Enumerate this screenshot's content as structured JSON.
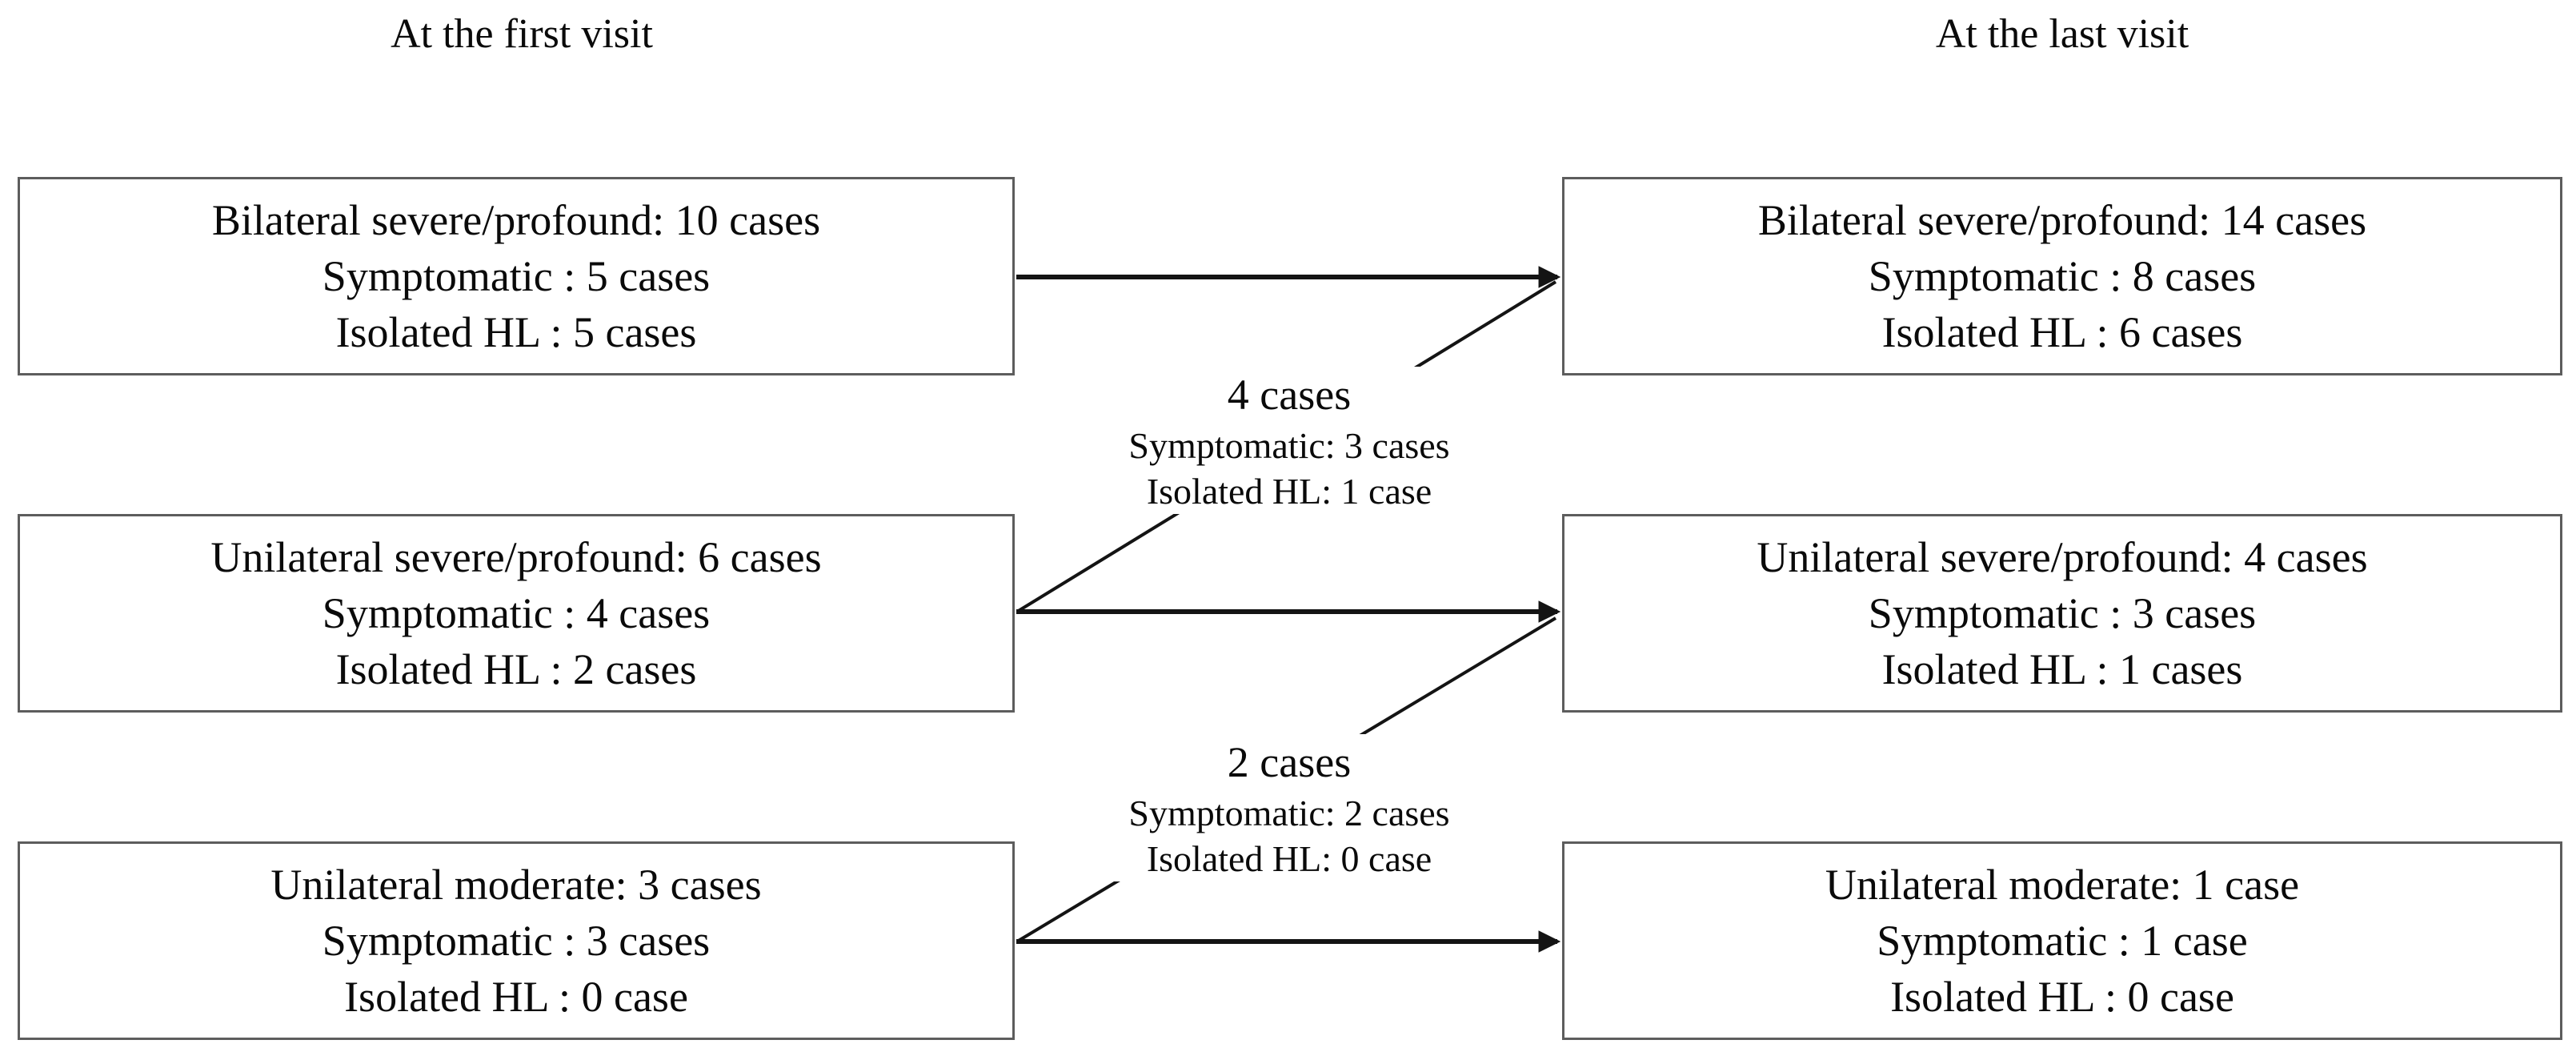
{
  "diagram": {
    "left_column_header": "At the first visit",
    "right_column_header": "At the last visit",
    "first_visit_boxes": [
      {
        "title": "Bilateral severe/profound: 10 cases",
        "symptomatic": "Symptomatic : 5 cases",
        "isolated": "Isolated HL : 5 cases"
      },
      {
        "title": "Unilateral severe/profound: 6 cases",
        "symptomatic": "Symptomatic : 4 cases",
        "isolated": "Isolated HL : 2 cases"
      },
      {
        "title": "Unilateral moderate: 3 cases",
        "symptomatic": "Symptomatic : 3 cases",
        "isolated": "Isolated HL : 0 case"
      }
    ],
    "last_visit_boxes": [
      {
        "title": "Bilateral severe/profound: 14 cases",
        "symptomatic": "Symptomatic : 8 cases",
        "isolated": "Isolated HL : 6 cases"
      },
      {
        "title": "Unilateral severe/profound: 4 cases",
        "symptomatic": "Symptomatic : 3 cases",
        "isolated": "Isolated HL : 1 cases"
      },
      {
        "title": "Unilateral moderate: 1 case",
        "symptomatic": "Symptomatic : 1 case",
        "isolated": "Isolated HL : 0 case"
      }
    ],
    "transition_labels": [
      {
        "count": "4 cases",
        "symptomatic": "Symptomatic: 3 cases",
        "isolated": "Isolated HL: 1 case"
      },
      {
        "count": "2 cases",
        "symptomatic": "Symptomatic: 2 cases",
        "isolated": "Isolated HL: 0 case"
      }
    ],
    "arrows": [
      {
        "from": "first-visit-bilateral-severe-profound",
        "to": "last-visit-bilateral-severe-profound",
        "type": "straight"
      },
      {
        "from": "first-visit-unilateral-severe-profound",
        "to": "last-visit-bilateral-severe-profound",
        "type": "diagonal",
        "label": "4 cases"
      },
      {
        "from": "first-visit-unilateral-severe-profound",
        "to": "last-visit-unilateral-severe-profound",
        "type": "straight"
      },
      {
        "from": "first-visit-unilateral-moderate",
        "to": "last-visit-unilateral-severe-profound",
        "type": "diagonal",
        "label": "2 cases"
      },
      {
        "from": "first-visit-unilateral-moderate",
        "to": "last-visit-unilateral-moderate",
        "type": "straight"
      }
    ],
    "colors": {
      "background": "#ffffff",
      "text": "#0a0a0a",
      "box_border": "#5d5d5d",
      "arrow": "#141414"
    }
  }
}
